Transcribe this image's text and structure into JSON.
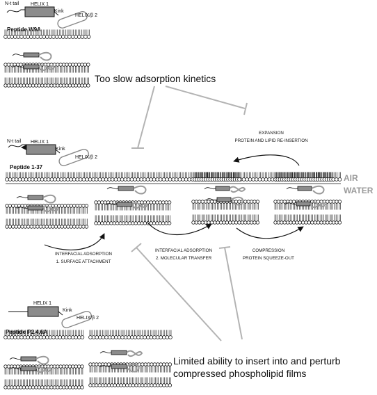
{
  "peptides": {
    "w9a": {
      "name": "Peptide W9A",
      "n_tail": "N-t tail",
      "helix1": "HELIX 1",
      "kink": "Kink",
      "helix2": "HELIX/β 2"
    },
    "p137": {
      "name": "Peptide 1-37",
      "n_tail": "N-t tail",
      "helix1": "HELIX 1",
      "kink": "Kink",
      "helix2": "HELIX/β 2"
    },
    "p246a": {
      "name": "Peptide P2,4,6A",
      "helix1": "HELIX 1",
      "kink": "Kink",
      "helix2": "HELIX/β 2"
    }
  },
  "interface": {
    "air": "AIR",
    "water": "WATER"
  },
  "steps": {
    "adsorption1": [
      "INTERFACIAL ADSORPTION",
      "1. SURFACE ATTACHMENT"
    ],
    "adsorption2": [
      "INTERFACIAL ADSORPTION",
      "2. MOLECULAR TRANSFER"
    ],
    "compression": [
      "COMPRESSION",
      "PROTEIN SQUEEZE-OUT"
    ],
    "expansion": [
      "EXPANSION",
      "PROTEIN AND LIPID RE-INSERTION"
    ]
  },
  "notes": {
    "slow_kinetics": "Too slow adsorption kinetics",
    "limited_line1": "Limited ability to insert into and perturb",
    "limited_line2": "compressed phospholipid films"
  },
  "colors": {
    "helix_fill": "#8c8c8c",
    "inhibitor_line": "#b3b3b3",
    "interface_label": "#9a9a9a",
    "ink": "#111111"
  }
}
